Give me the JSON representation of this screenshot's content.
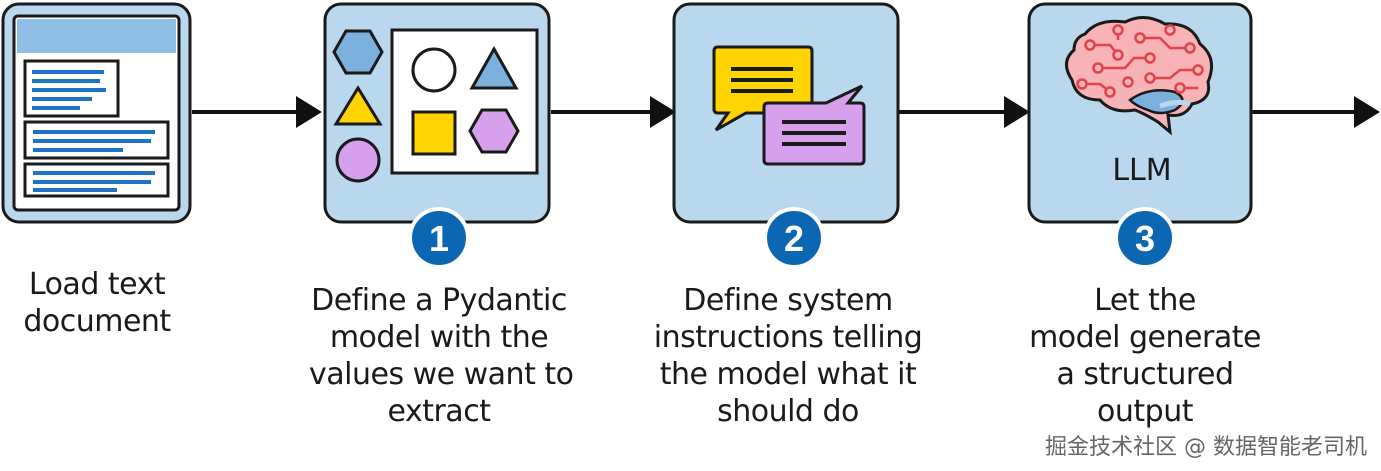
{
  "steps": [
    {
      "caption_lines": [
        "Load text",
        "document"
      ]
    },
    {
      "number": "1",
      "caption_lines": [
        "Define a Pydantic",
        "model with the",
        "values we want to",
        "extract"
      ]
    },
    {
      "number": "2",
      "caption_lines": [
        "Define system",
        "instructions telling",
        "the model what it",
        "should do"
      ]
    },
    {
      "number": "3",
      "label": "LLM",
      "caption_lines": [
        "Let the",
        "model generate",
        "a structured",
        "output"
      ]
    }
  ],
  "watermark": "掘金技术社区 @ 数据智能老司机",
  "colors": {
    "box_fill": "#b9d8ee",
    "box_stroke": "#1a1a1a",
    "badge_fill": "#0b67b2",
    "blue_shape": "#7ab0db",
    "yellow": "#ffd400",
    "purple": "#d6a0ec",
    "brain_pink": "#f7b3b5",
    "brain_red": "#e1434c",
    "doc_bar": "#1f73c7",
    "doc_header": "#8fbee6"
  },
  "icons": [
    "document-icon",
    "shapes-icon",
    "chat-bubbles-icon",
    "brain-icon",
    "arrow-icon"
  ]
}
